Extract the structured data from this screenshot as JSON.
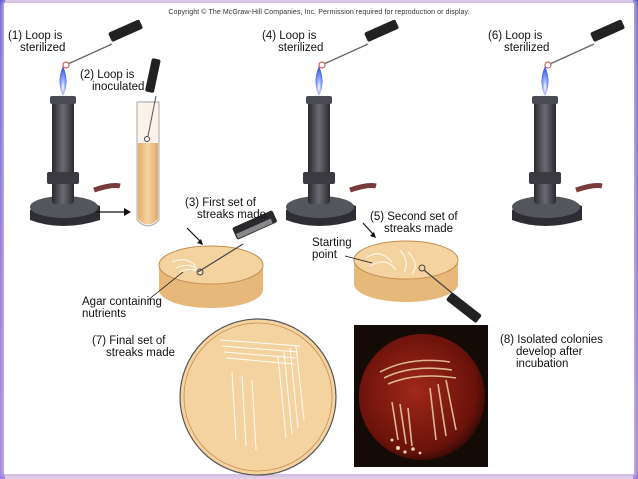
{
  "copyright": "Copyright © The McGraw-Hill Companies, Inc. Permission required for reproduction or display.",
  "steps": {
    "s1": [
      "(1) Loop is",
      "sterilized"
    ],
    "s2": [
      "(2) Loop is",
      "inoculated"
    ],
    "s3": [
      "(3) First set of",
      "streaks made"
    ],
    "s4": [
      "(4) Loop is",
      "sterilized"
    ],
    "s5": [
      "(5) Second set of",
      "streaks made"
    ],
    "s6": [
      "(6) Loop is",
      "sterilized"
    ],
    "s7": [
      "(7) Final set of",
      "streaks made"
    ],
    "s8": [
      "(8) Isolated colonies",
      "develop after",
      "incubation"
    ]
  },
  "agar": [
    "Agar containing",
    "nutrients"
  ],
  "starting": [
    "Starting",
    "point"
  ],
  "colors": {
    "agar": "#f2c98c",
    "tube_fill": "#f2c28a",
    "burner": "#3d3d44",
    "flame": "#5a7cf0",
    "photo_bg": "#1a0d08",
    "photo_agar": "#8a1a10",
    "frame_glow": "#cfb8dd"
  }
}
